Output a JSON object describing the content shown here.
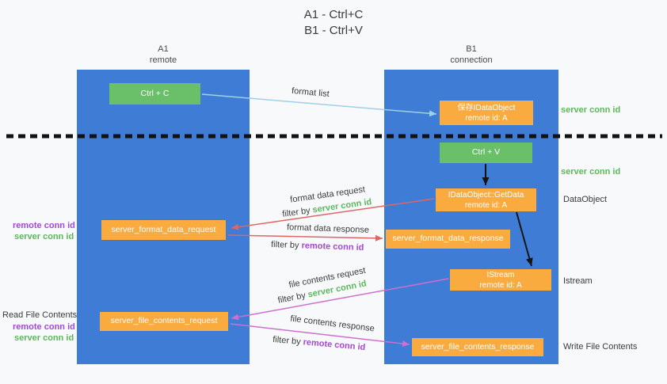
{
  "title": {
    "line1": "A1 - Ctrl+C",
    "line2": "B1 - Ctrl+V"
  },
  "lanes": {
    "left": {
      "id": "A1",
      "name": "remote"
    },
    "right": {
      "id": "B1",
      "name": "connection"
    }
  },
  "boxes": {
    "ctrl_c": "Ctrl + C",
    "ctrl_v": "Ctrl + V",
    "save_dataobject_line1": "保存IDataObject",
    "save_dataobject_line2": "remote id: A",
    "getdata_line1": "IDataObject::GetData",
    "getdata_line2": "remote id: A",
    "istream_line1": "IStream",
    "istream_line2": "remote id: A",
    "format_request": "server_format_data_request",
    "format_response": "server_format_data_response",
    "file_request": "server_file_contents_request",
    "file_response": "server_file_contents_response"
  },
  "arrow_labels": {
    "format_list": "format list",
    "format_data_request": "format data request",
    "format_data_response": "format data response",
    "file_contents_request": "file contents request",
    "file_contents_response": "file contents response",
    "filter_by": "filter by",
    "server_conn_id": "server conn id",
    "remote_conn_id": "remote conn id"
  },
  "side_labels": {
    "server_conn_id_top": "server conn id",
    "server_conn_id_mid": "server conn id",
    "dataobject": "DataObject",
    "istream": "Istream",
    "write_file_contents": "Write File Contents",
    "read_file_contents": "Read File Contents",
    "remote_conn_id_format": "remote conn id",
    "server_conn_id_format": "server conn id",
    "remote_conn_id_file": "remote conn id",
    "server_conn_id_file": "server conn id"
  },
  "colors": {
    "lane_blue": "#3e7cd6",
    "green_box": "#6abf69",
    "orange_box": "#f9ab40",
    "arrow_blue": "#9fd0e8",
    "arrow_red": "#e06666",
    "arrow_magenta": "#cf6fcf",
    "arrow_black": "#141414",
    "green_text": "#5cb85c",
    "purple_text": "#a349d4"
  }
}
